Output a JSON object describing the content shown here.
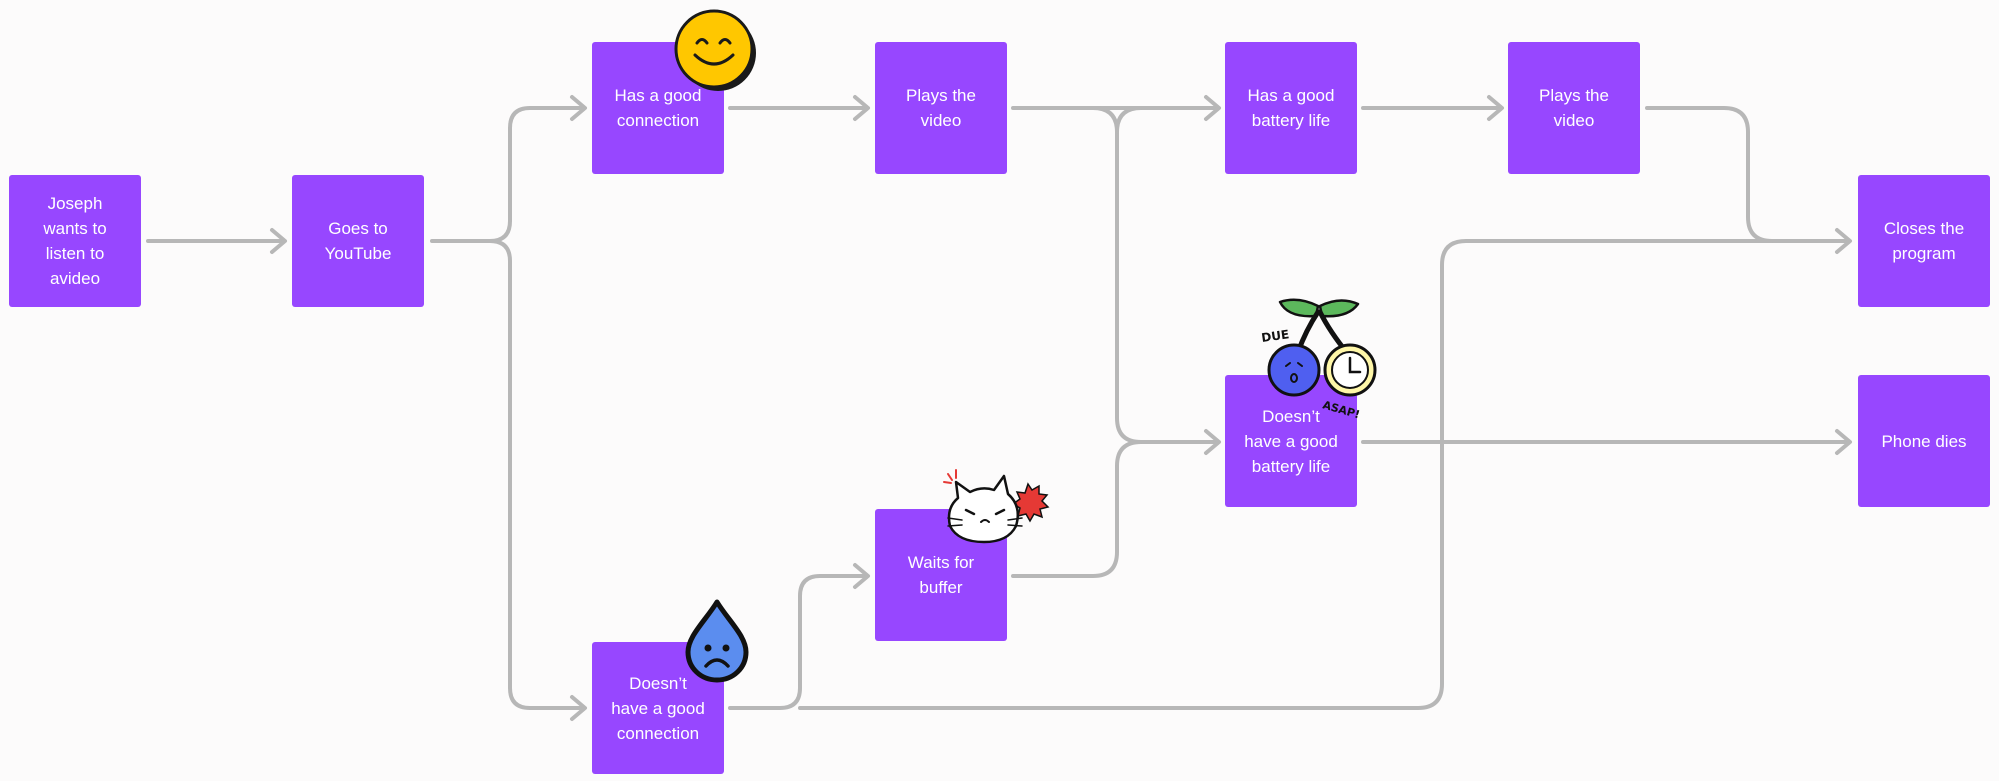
{
  "diagram": {
    "nodes": [
      {
        "id": "start",
        "label": "Joseph\nwants to\nlisten to\navideo"
      },
      {
        "id": "youtube",
        "label": "Goes to\nYouTube"
      },
      {
        "id": "good-connection",
        "label": "Has a good\nconnection"
      },
      {
        "id": "plays-video-1",
        "label": "Plays the\nvideo"
      },
      {
        "id": "good-battery",
        "label": "Has a good\nbattery life"
      },
      {
        "id": "plays-video-2",
        "label": "Plays the\nvideo"
      },
      {
        "id": "closes-program",
        "label": "Closes the\nprogram"
      },
      {
        "id": "bad-connection",
        "label": "Doesn’t\nhave a good\nconnection"
      },
      {
        "id": "waits-buffer",
        "label": "Waits for\nbuffer"
      },
      {
        "id": "bad-battery",
        "label": "Doesn’t\nhave a good\nbattery life"
      },
      {
        "id": "phone-dies",
        "label": "Phone dies"
      }
    ],
    "stickers": {
      "happy": "smiley-face-icon",
      "sad": "sad-water-drop-icon",
      "angry": "angry-cat-icon",
      "deadline": "cherry-clock-icon",
      "due_text": "DUE",
      "asap_text": "ASAP!"
    }
  },
  "colors": {
    "node_fill": "#9747ff",
    "node_text": "#ffffff",
    "connector": "#b7b7b7",
    "background": "#fcfbfb",
    "smiley": "#ffc700",
    "drop": "#5b8def",
    "cherry": "#4f5ff0",
    "leaf": "#5cb85c",
    "cat_burst": "#e53935"
  }
}
